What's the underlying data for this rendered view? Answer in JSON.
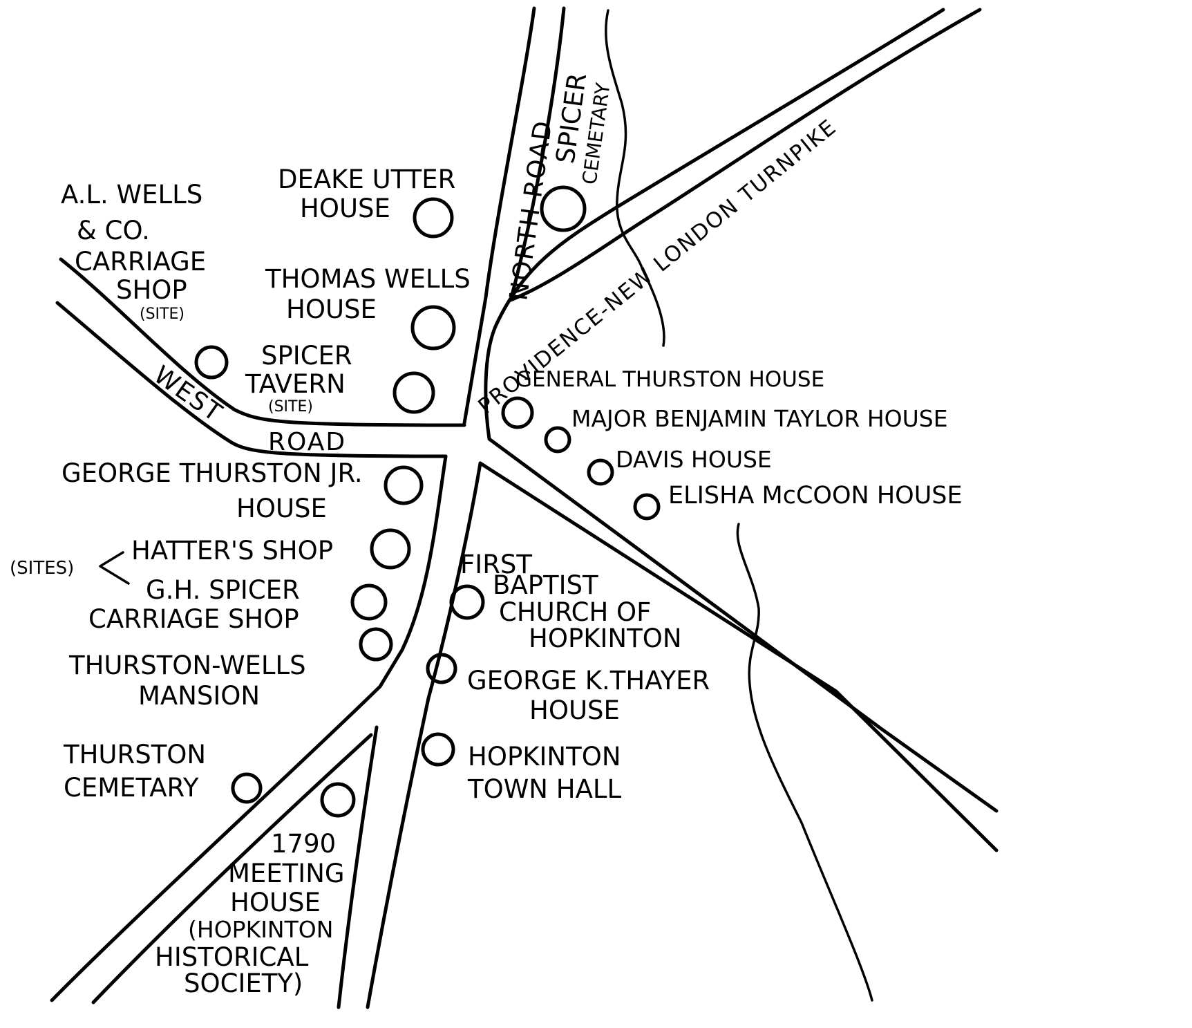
{
  "roads": {
    "north_road": "NORTH ROAD",
    "west_road_1": "WEST",
    "west_road_2": "ROAD",
    "turnpike": "PROVIDENCE-NEW LONDON TURNPIKE"
  },
  "places": {
    "deake_utter_1": "DEAKE UTTER",
    "deake_utter_2": "HOUSE",
    "spicer_cemetary_1": "SPICER",
    "spicer_cemetary_2": "CEMETARY",
    "al_wells_1": "A.L. WELLS",
    "al_wells_2": "& CO.",
    "al_wells_3": "CARRIAGE",
    "al_wells_4": "SHOP",
    "al_wells_5": "(SITE)",
    "thomas_wells_1": "THOMAS WELLS",
    "thomas_wells_2": "HOUSE",
    "spicer_tavern_1": "SPICER",
    "spicer_tavern_2": "TAVERN",
    "spicer_tavern_3": "(SITE)",
    "general_thurston": "GENERAL THURSTON HOUSE",
    "major_taylor": "MAJOR BENJAMIN TAYLOR HOUSE",
    "davis": "DAVIS HOUSE",
    "elisha_mccoon": "ELISHA McCOON HOUSE",
    "george_thurston_1": "GEORGE THURSTON JR.",
    "george_thurston_2": "HOUSE",
    "sites": "(SITES)",
    "hatters_shop": "HATTER'S SHOP",
    "gh_spicer_1": "G.H. SPICER",
    "gh_spicer_2": "CARRIAGE SHOP",
    "first_baptist_1": "FIRST",
    "first_baptist_2": "BAPTIST",
    "first_baptist_3": "CHURCH OF",
    "first_baptist_4": "HOPKINTON",
    "thurston_wells_1": "THURSTON-WELLS",
    "thurston_wells_2": "MANSION",
    "george_thayer_1": "GEORGE K.THAYER",
    "george_thayer_2": "HOUSE",
    "thurston_cemetary_1": "THURSTON",
    "thurston_cemetary_2": "CEMETARY",
    "town_hall_1": "HOPKINTON",
    "town_hall_2": "TOWN HALL",
    "meeting_1": "1790",
    "meeting_2": "MEETING",
    "meeting_3": "HOUSE",
    "meeting_4": "(HOPKINTON",
    "meeting_5": "HISTORICAL",
    "meeting_6": "SOCIETY)"
  }
}
